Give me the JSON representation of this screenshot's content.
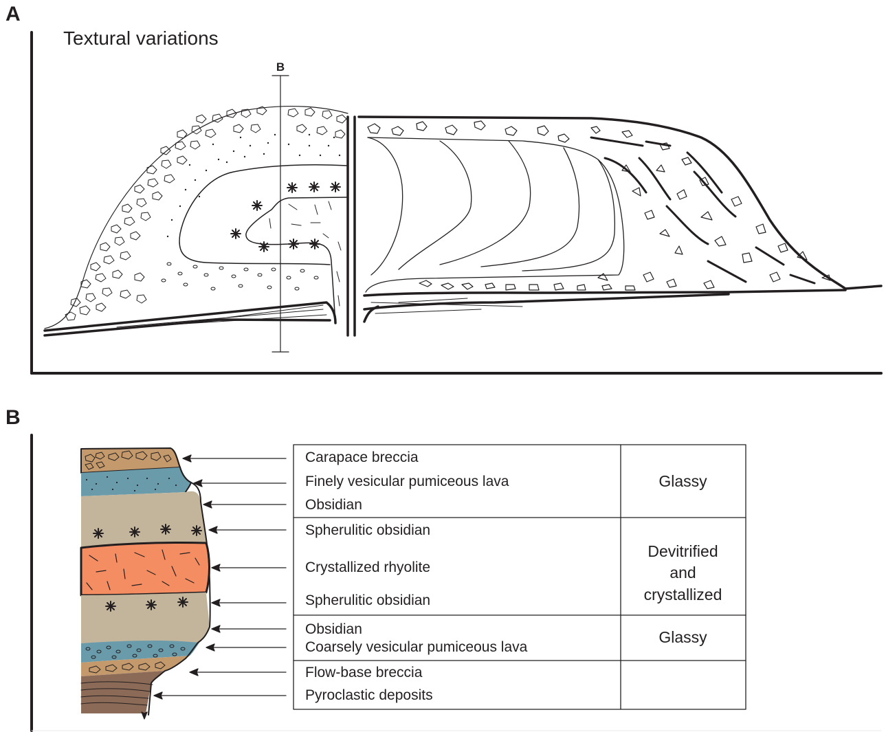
{
  "panel_a": {
    "letter": "A",
    "title": "Textural variations",
    "section_marker": "B"
  },
  "panel_b": {
    "letter": "B",
    "layers": [
      "Carapace breccia",
      "Finely vesicular pumiceous lava",
      "Obsidian",
      "Spherulitic obsidian",
      "Crystallized rhyolite",
      "Spherulitic obsidian",
      "Obsidian",
      "Coarsely vesicular pumiceous lava",
      "Flow-base breccia",
      "Pyroclastic deposits"
    ],
    "classes": {
      "glassy_top": "Glassy",
      "devitrified_1": "Devitrified",
      "devitrified_2": "and",
      "devitrified_3": "crystallized",
      "glassy_bottom": "Glassy",
      "blank": ""
    }
  },
  "colors": {
    "ink": "#231f20",
    "breccia": "#c49a6c",
    "pumice": "#6a9bab",
    "obsidian": "#c2b59b",
    "rhyolite": "#f58d63",
    "pyroclastic": "#8b6a57"
  }
}
